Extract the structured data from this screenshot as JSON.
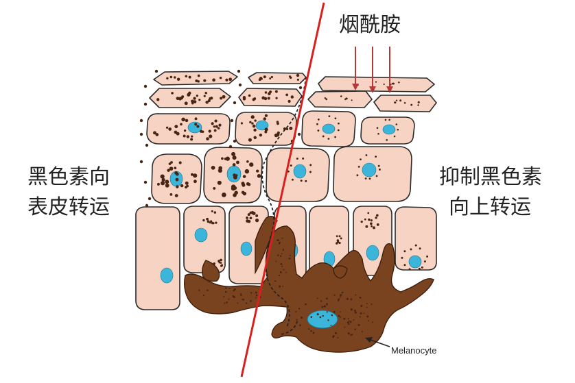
{
  "labels": {
    "top": "烟酰胺",
    "left_line1": "黑色素向",
    "left_line2": "表皮转运",
    "right_line1": "抑制黑色素",
    "right_line2": "向上转运",
    "melanocyte": "Melanocyte"
  },
  "colors": {
    "cell_fill": "#f6d3c2",
    "cell_stroke": "#2a2a2a",
    "melanin": "#4a2412",
    "melanocyte": "#7a4320",
    "melanocyte_dark": "#3e1f0c",
    "nucleus": "#3bb6da",
    "red_line": "#d8211e",
    "arrow_red": "#b43a3a"
  }
}
